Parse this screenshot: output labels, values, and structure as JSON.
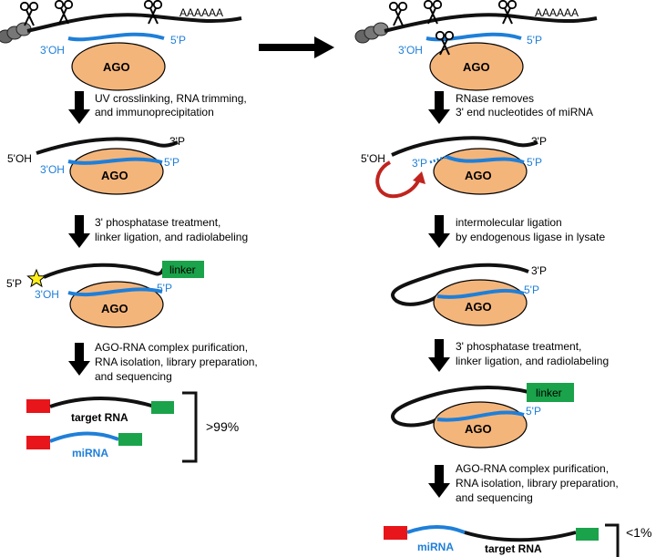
{
  "colors": {
    "ago_fill": "#f4b57b",
    "mirna": "#1f7fd8",
    "linker": "#1aa34a",
    "adapter_5p": "#e8151b",
    "star": "#ffef1a",
    "loop_arrow": "#c0241e"
  },
  "labels": {
    "ago": "AGO",
    "polyA": "AAAAAA",
    "oh3": "3'OH",
    "p5": "5'P",
    "oh5": "5'OH",
    "p3": "3'P",
    "linker": "linker",
    "target_rna": "target RNA",
    "mirna": "miRNA"
  },
  "left_steps": {
    "step1": [
      "UV crosslinking, RNA trimming,",
      "and immunoprecipitation"
    ],
    "step2": [
      "3' phosphatase treatment,",
      "linker ligation, and radiolabeling"
    ],
    "step3": [
      "AGO-RNA complex purification,",
      "RNA isolation, library preparation,",
      "and sequencing"
    ]
  },
  "right_steps": {
    "step1": [
      "RNase removes",
      "3' end nucleotides of miRNA"
    ],
    "step2": [
      "intermolecular ligation",
      "by endogenous ligase in lysate"
    ],
    "step3": [
      "3' phosphatase treatment,",
      "linker ligation, and radiolabeling"
    ],
    "step4": [
      "AGO-RNA complex purification,",
      "RNA isolation, library preparation,",
      "and sequencing"
    ]
  },
  "percentages": {
    "left": ">99%",
    "right": "<1%"
  }
}
